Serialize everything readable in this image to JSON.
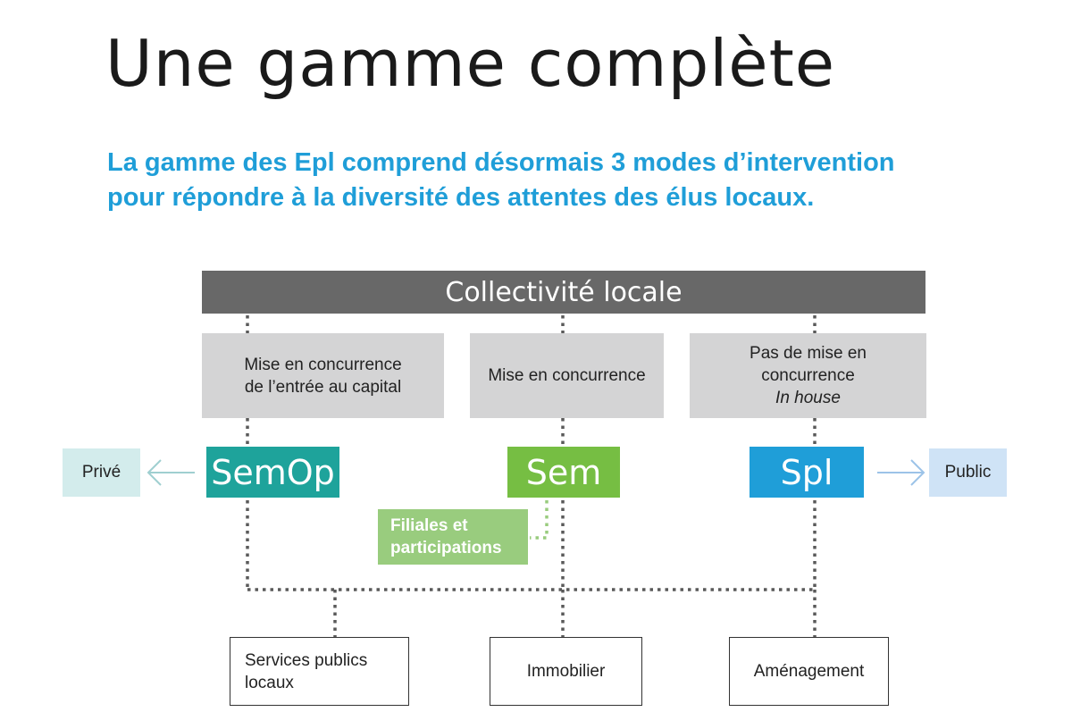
{
  "header": {
    "title": "Une gamme complète",
    "subtitle_line1": "La gamme des Epl comprend désormais 3 modes d’intervention",
    "subtitle_line2": "pour répondre à la diversité des attentes des élus locaux."
  },
  "diagram": {
    "top": "Collectivité locale",
    "modes": {
      "left_line1": "Mise en concurrence",
      "left_line2": "de l’entrée au capital",
      "middle": "Mise en concurrence",
      "right_line1": "Pas de mise en",
      "right_line2": "concurrence",
      "right_line3": "In house"
    },
    "entities": {
      "semop": "SemOp",
      "sem": "Sem",
      "spl": "Spl"
    },
    "sides": {
      "left": "Privé",
      "right": "Public"
    },
    "filiales": {
      "line1": "Filiales et",
      "line2": "participations"
    },
    "outcomes": {
      "services_line1": "Services publics",
      "services_line2": "locaux",
      "immobilier": "Immobilier",
      "amenagement": "Aménagement"
    }
  },
  "colors": {
    "title": "#1a1a1a",
    "subtitle": "#1f9ed8",
    "top_bar": "#686868",
    "mode_box": "#d4d4d5",
    "semop": "#1ea39b",
    "sem": "#76be43",
    "spl": "#1f9ed8",
    "prive": "#d3ecec",
    "public": "#cfe3f6",
    "filiales": "#99cc7e",
    "connector": "#5a5a5a"
  },
  "icons": {
    "left_arrow": "arrow-left-icon",
    "right_arrow": "arrow-right-icon"
  }
}
